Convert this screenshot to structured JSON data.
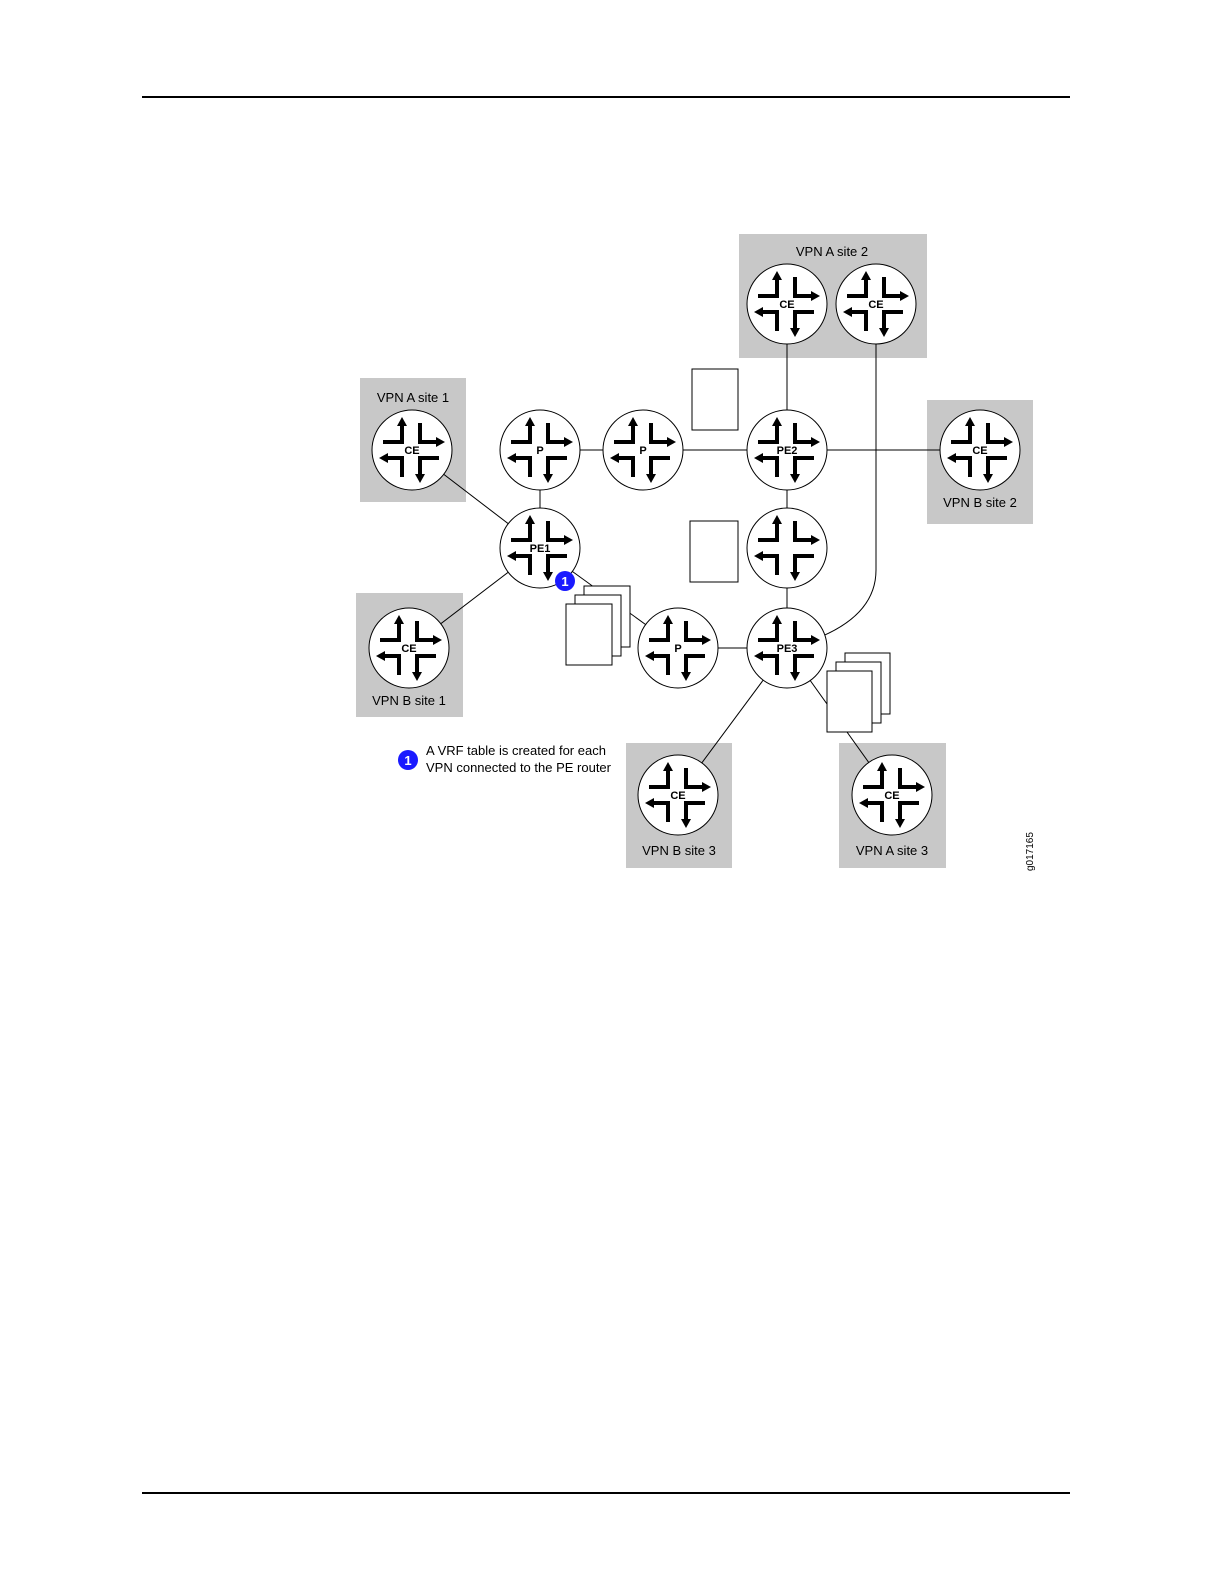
{
  "figure_id": "g017165",
  "legend": {
    "marker": "1",
    "line1": "A VRF table is created for each",
    "line2": "VPN connected to the PE router"
  },
  "sites": {
    "vpn_a_site_1": "VPN A site 1",
    "vpn_a_site_2": "VPN A site 2",
    "vpn_a_site_3": "VPN A site 3",
    "vpn_b_site_1": "VPN B site 1",
    "vpn_b_site_2": "VPN B site 2",
    "vpn_b_site_3": "VPN B site 3"
  },
  "routers": {
    "ce": "CE",
    "p": "P",
    "pe1": "PE1",
    "pe2": "PE2",
    "pe3": "PE3",
    "unlabeled": ""
  },
  "colors": {
    "site_background": "#c8c8c8",
    "callout_marker": "#1a1aff"
  }
}
